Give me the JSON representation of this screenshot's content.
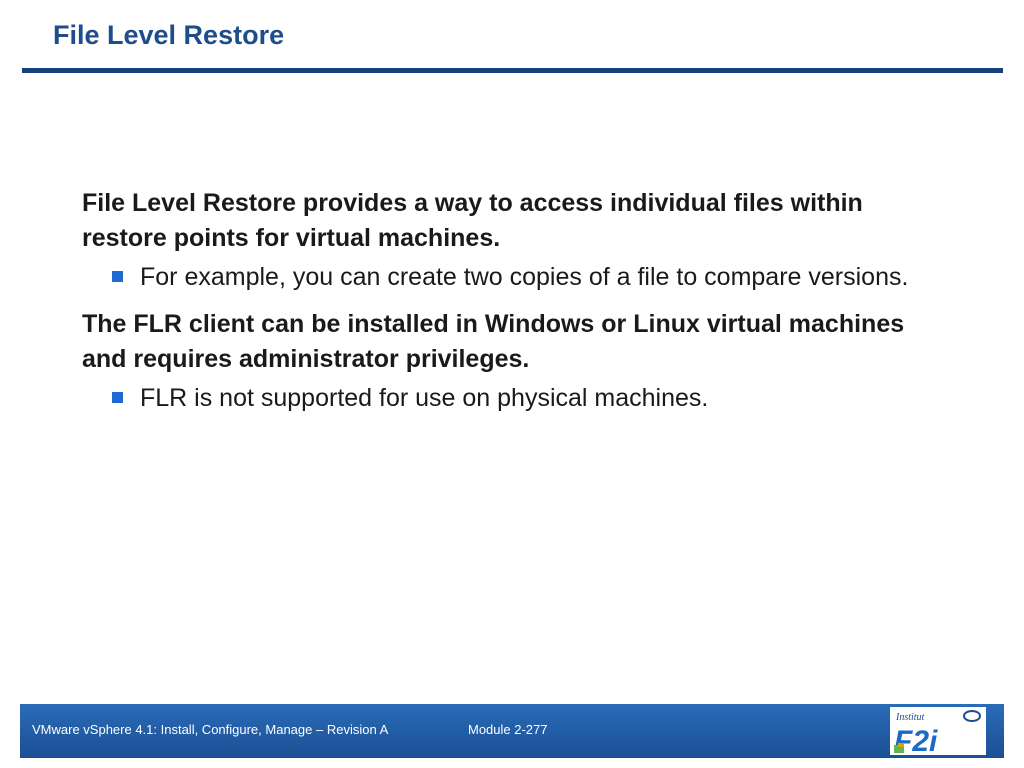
{
  "slide": {
    "title": "File Level Restore"
  },
  "content": {
    "points": [
      {
        "text": "File Level Restore provides a way to access individual files within restore points for virtual machines.",
        "sub": "For example, you can create two copies of a file to compare versions."
      },
      {
        "text": "The FLR client can be installed in Windows or Linux virtual machines and requires administrator privileges.",
        "sub": "FLR is not supported for use on physical machines."
      }
    ]
  },
  "footer": {
    "course": "VMware vSphere 4.1: Install, Configure, Manage – Revision A",
    "module": "Module 2-277",
    "logo_text": "F2i",
    "logo_small_text": "Institut"
  },
  "colors": {
    "title": "#1e4d8c",
    "rule": "#16407e",
    "bullet": "#1f6ad2",
    "footer": "#1b4f94"
  }
}
